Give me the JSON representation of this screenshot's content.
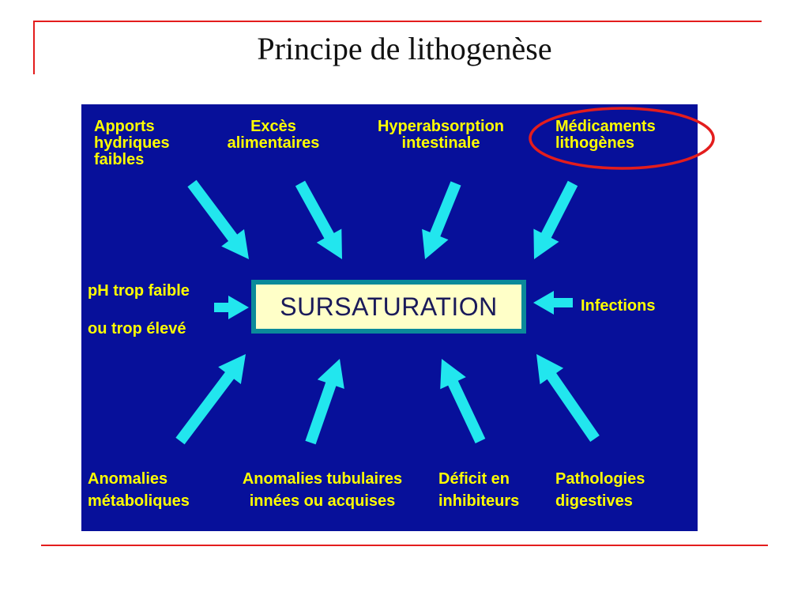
{
  "title": "Principe de lithogenèse",
  "center": "SURSATURATION",
  "colors": {
    "panel": "#07109a",
    "label": "#ffff00",
    "arrow": "#22e6ee",
    "rule": "#e31d1d",
    "box_border": "#0b8a9a",
    "box_fill": "#ffffc8",
    "highlight": "#e31d1d"
  },
  "top_factors": [
    "Apports\nhydriques\nfaibles",
    "Excès\nalimentaires",
    "Hyperabsorption\nintestinale",
    "Médicaments\nlithogènes"
  ],
  "side_factors": {
    "left_line1": "pH trop faible",
    "left_line2": "ou trop élevé",
    "right": "Infections"
  },
  "bottom_factors": [
    "Anomalies\nmétaboliques",
    "Anomalies tubulaires\ninnées ou acquises",
    "Déficit en\ninhibiteurs",
    "Pathologies\ndigestives"
  ],
  "highlighted_factor": "Médicaments\nlithogènes"
}
